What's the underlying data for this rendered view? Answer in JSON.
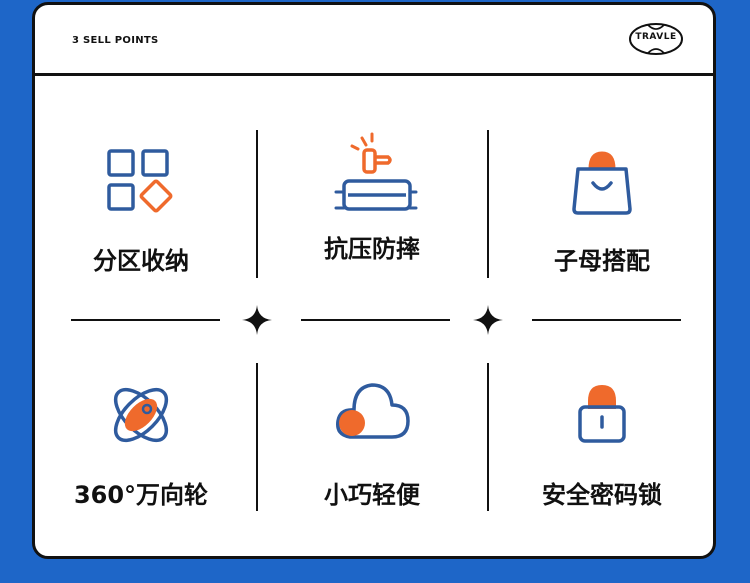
{
  "header": {
    "title": "3 SELL POINTS",
    "logo_text": "TRAVLE"
  },
  "colors": {
    "background": "#1e66c8",
    "icon_blue": "#2f5b9e",
    "icon_orange": "#ef6a2c",
    "ink": "#111111"
  },
  "features": [
    {
      "icon": "grid-diamond-icon",
      "label": "分区收纳"
    },
    {
      "icon": "hammer-case-icon",
      "label": "抗压防摔"
    },
    {
      "icon": "shopping-bag-icon",
      "label": "子母搭配"
    },
    {
      "icon": "orbit-rocket-icon",
      "label": "360°万向轮"
    },
    {
      "icon": "cloud-icon",
      "label": "小巧轻便"
    },
    {
      "icon": "padlock-icon",
      "label": "安全密码锁"
    }
  ]
}
